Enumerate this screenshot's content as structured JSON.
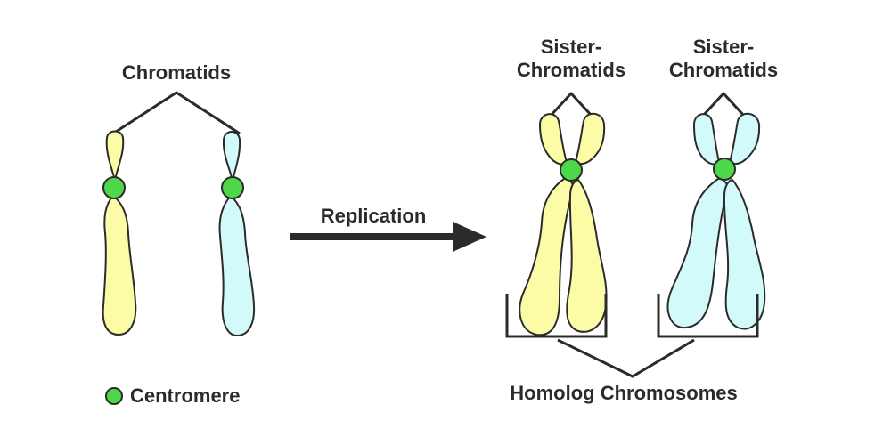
{
  "labels": {
    "chromatids": "Chromatids",
    "replication": "Replication",
    "sister_left_line1": "Sister-",
    "sister_left_line2": "Chromatids",
    "sister_right_line1": "Sister-",
    "sister_right_line2": "Chromatids",
    "homolog": "Homolog Chromosomes",
    "legend_centromere": "Centromere"
  },
  "colors": {
    "yellow_chromatid": "#fdfca6",
    "blue_chromatid": "#d3fafb",
    "centromere": "#4dd84a",
    "outline": "#2b2b2b",
    "arrow": "#2b2b2b"
  }
}
